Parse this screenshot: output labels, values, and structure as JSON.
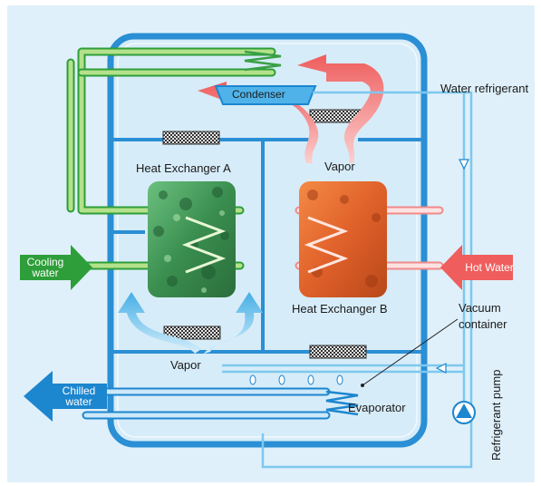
{
  "labels": {
    "water_refrigerant": "Water refrigerant",
    "condenser": "Condenser",
    "vapor_top": "Vapor",
    "heat_exchanger_a": "Heat Exchanger A",
    "heat_exchanger_b": "Heat Exchanger B",
    "cooling_water_line1": "Cooling",
    "cooling_water_line2": "water",
    "hot_water": "Hot Water",
    "vacuum_container_line1": "Vacuum",
    "vacuum_container_line2": "container",
    "vapor_bottom": "Vapor",
    "chilled_water_line1": "Chilled",
    "chilled_water_line2": "water",
    "evaporator": "Evaporator",
    "refrigerant_pump": "Refrigerant pump"
  },
  "colors": {
    "background": "#dff0fa",
    "container_border": "#2a8fd4",
    "container_fill": "#cfe8f7",
    "cooling_pipe": "#9ed36a",
    "cooling_arrow": "#2e9e3a",
    "hot_arrow": "#ef5d5d",
    "hot_pipe": "#f6a0a0",
    "exchanger_a": "#3f9a55",
    "exchanger_b": "#e5652a",
    "chilled_arrow": "#1c86cf",
    "vapor_blue": "#5db7ea",
    "refrigerant_line": "#7dc8ee"
  },
  "icons": {
    "pump": "pump-icon",
    "mesh": "adsorbent-mesh-icon"
  }
}
